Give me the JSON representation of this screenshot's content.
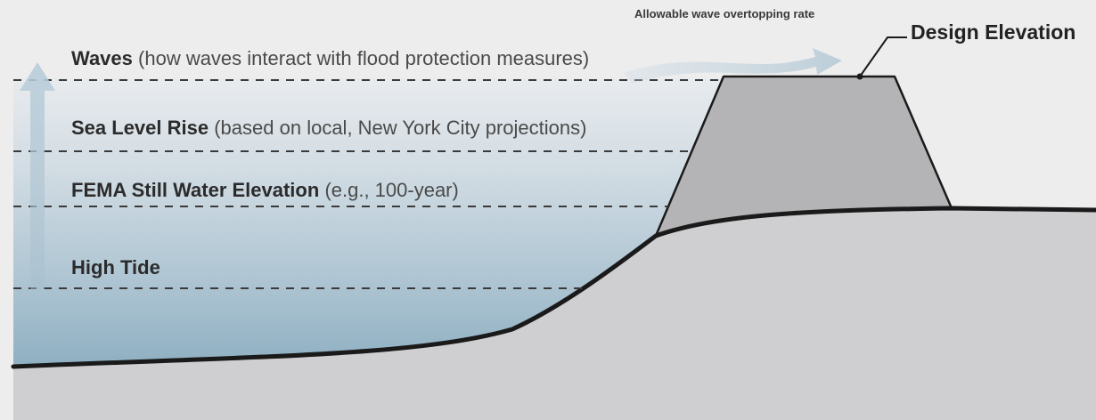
{
  "labels": {
    "waves": {
      "title": "Waves",
      "description": "(how waves interact with flood protection measures)"
    },
    "sea_level_rise": {
      "title": "Sea Level Rise",
      "description": "(based on local, New York City projections)"
    },
    "fema": {
      "title": "FEMA Still Water Elevation",
      "description": "(e.g., 100-year)"
    },
    "high_tide": {
      "title": "High Tide"
    },
    "overtopping": "Allowable wave overtopping rate",
    "design_elevation": "Design Elevation"
  },
  "colors": {
    "background": "#ededee",
    "water_top": "#e4e8ec",
    "water_bottom": "#8fb0c2",
    "ground": "#cfcfd1",
    "levee": "#b4b4b6",
    "outline": "#1a1a1a",
    "arrow": "#9fbccd"
  }
}
